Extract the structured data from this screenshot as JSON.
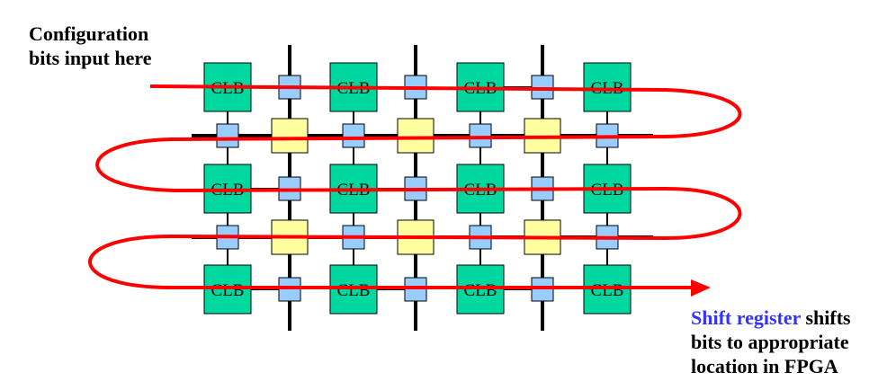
{
  "captions": {
    "config_line1": "Configuration",
    "config_line2": "bits input here",
    "shift_highlight": "Shift register",
    "shift_rest": " shifts",
    "shift_line2": "bits to appropriate",
    "shift_line3": "location in FPGA"
  },
  "clb_label": "CLB",
  "colors": {
    "clb": "#00d8a0",
    "switch_box": "#ffffa0",
    "connection_box": "#99ccff",
    "wire": "#000000",
    "arrow": "#ff0000",
    "highlight_text": "#3333ff"
  }
}
